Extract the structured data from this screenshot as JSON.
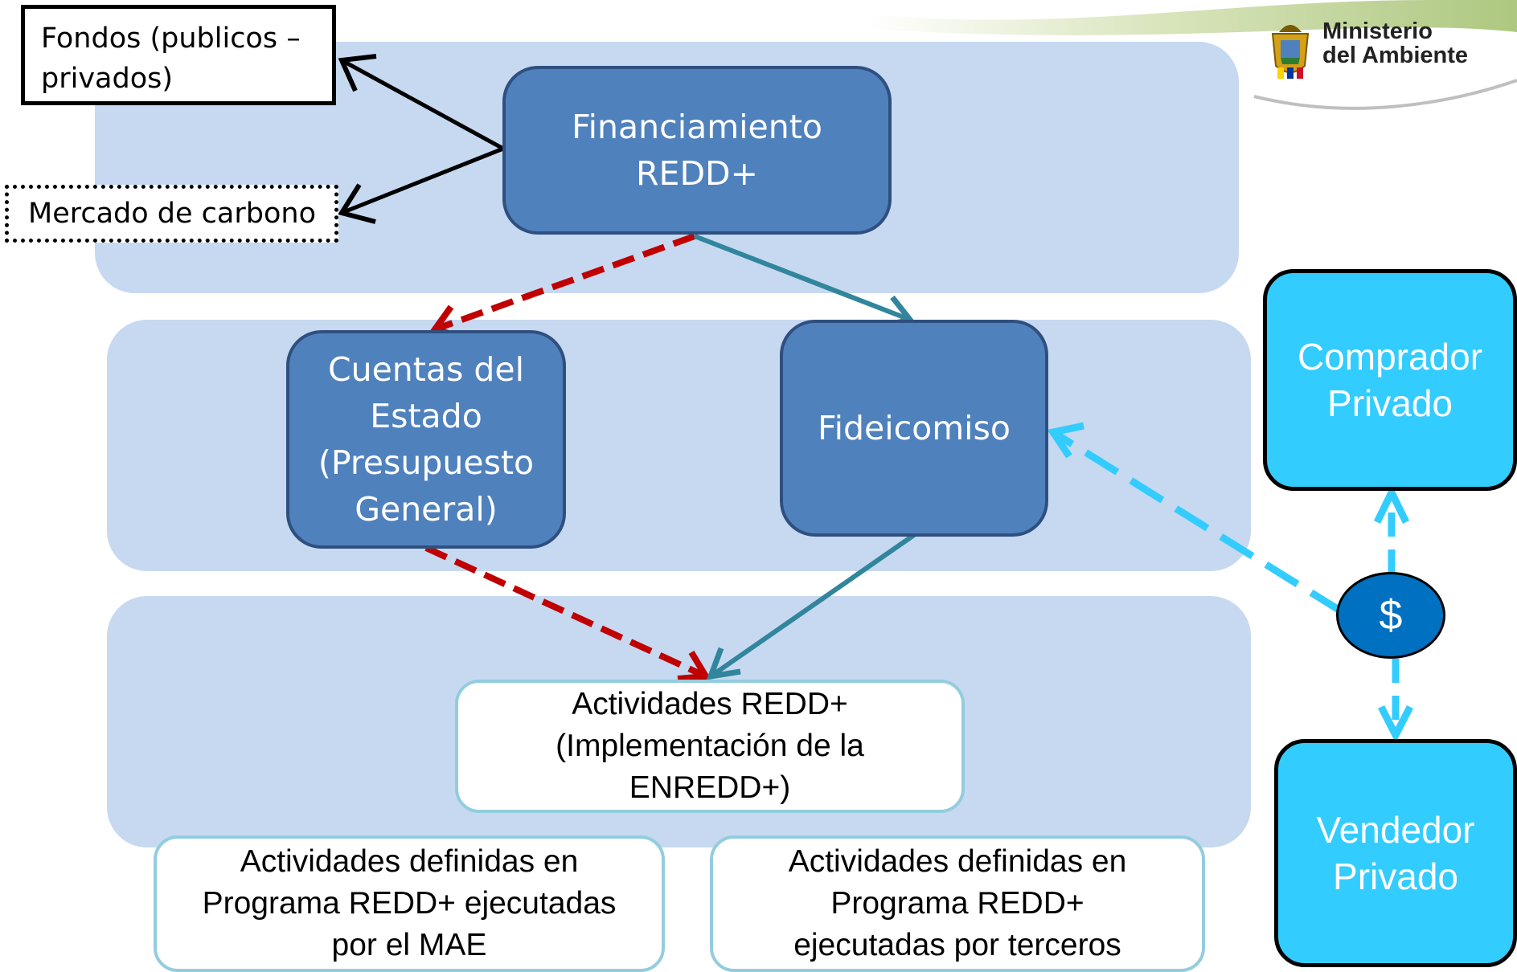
{
  "nodes": {
    "fondos": "Fondos (publicos –\nprivados)",
    "mercado": "Mercado de carbono",
    "financiamiento": "Financiamiento\nREDD+",
    "cuentas": "Cuentas del\nEstado\n(Presupuesto\nGeneral)",
    "fideicomiso": "Fideicomiso",
    "actividades": "Actividades REDD+\n(Implementación de la\nENREDD+)",
    "mae": "Actividades definidas en\nPrograma REDD+ ejecutadas\npor el MAE",
    "terceros": "Actividades definidas en\nPrograma REDD+\nejecutadas por terceros",
    "comprador": "Comprador\nPrivado",
    "vendedor": "Vendedor\nPrivado",
    "dollar": "$"
  },
  "logo": {
    "line1": "Ministerio",
    "line2": "del Ambiente"
  },
  "colors": {
    "band": "#c6d9f0",
    "node_fill": "#4f81bd",
    "node_border": "#2f4f7f",
    "teal_arrow": "#31859c",
    "red_arrow": "#c00000",
    "cyan": "#33ccff",
    "dollar_fill": "#0070c0"
  }
}
